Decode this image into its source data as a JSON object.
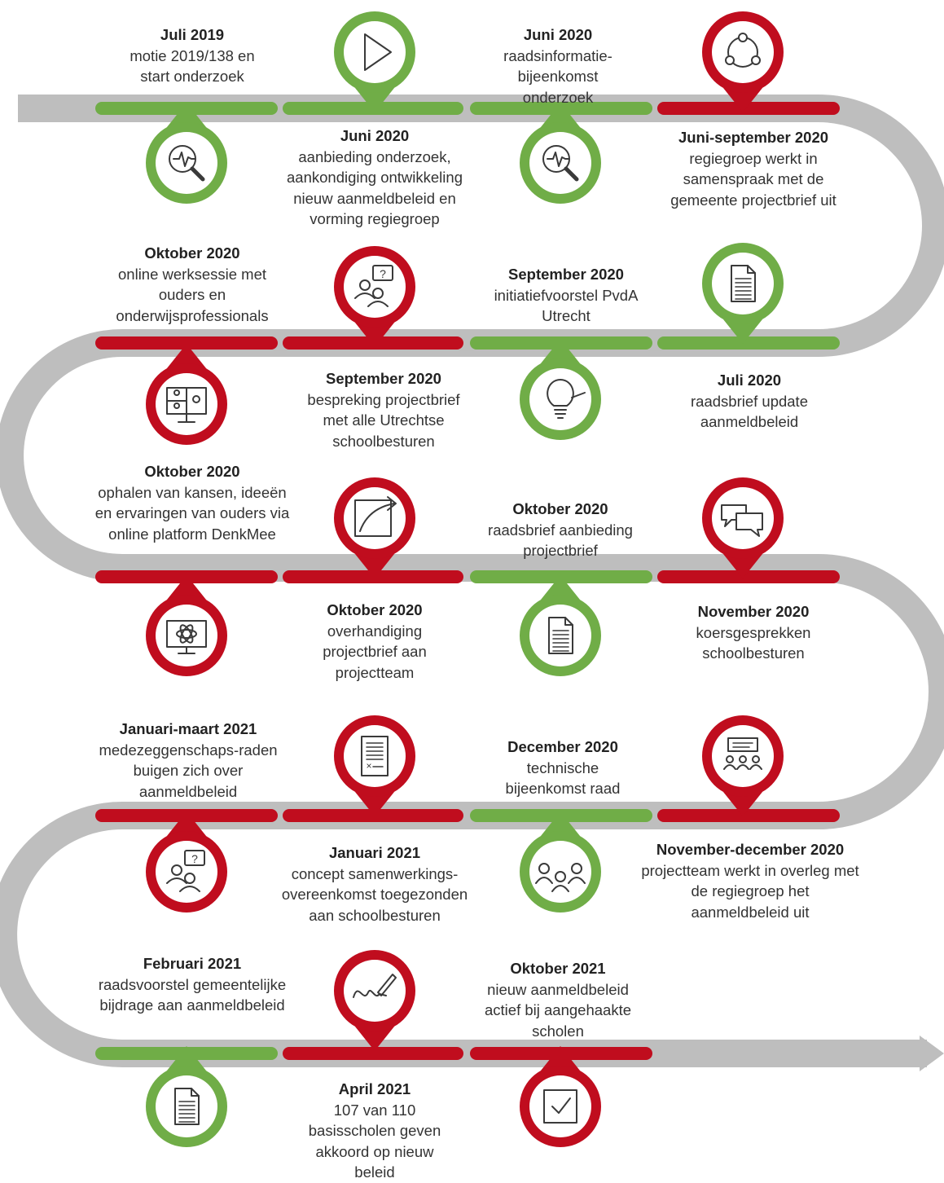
{
  "colors": {
    "road": "#bebebe",
    "green": "#70ad47",
    "red": "#c00d1e",
    "text": "#333333"
  },
  "events": [
    {
      "id": "e1",
      "title": "Juli 2019",
      "desc": "motie 2019/138 en start onderzoek",
      "color": "green",
      "icon": "search-chart-icon"
    },
    {
      "id": "e2",
      "title": "Juni 2020",
      "desc": "aanbieding onderzoek, aankondiging ontwikkeling nieuw aanmeldbeleid en vorming regiegroep",
      "color": "green",
      "icon": "play-icon"
    },
    {
      "id": "e3",
      "title": "Juni 2020",
      "desc": "raadsinformatie-bijeenkomst onderzoek",
      "color": "green",
      "icon": "search-chart-icon"
    },
    {
      "id": "e4",
      "title": "Juni-september 2020",
      "desc": "regiegroep werkt in samenspraak met de gemeente projectbrief uit",
      "color": "red",
      "icon": "cycle-icon"
    },
    {
      "id": "e5",
      "title": "Juli 2020",
      "desc": "raadsbrief update aanmeldbeleid",
      "color": "green",
      "icon": "document-icon"
    },
    {
      "id": "e6",
      "title": "September 2020",
      "desc": "initiatiefvoorstel PvdA Utrecht",
      "color": "green",
      "icon": "lightbulb-icon"
    },
    {
      "id": "e7",
      "title": "September 2020",
      "desc": "bespreking projectbrief met alle Utrechtse schoolbesturen",
      "color": "red",
      "icon": "people-question-icon"
    },
    {
      "id": "e8",
      "title": "Oktober 2020",
      "desc": "online werksessie met ouders en onderwijsprofessionals",
      "color": "red",
      "icon": "video-call-icon"
    },
    {
      "id": "e9",
      "title": "Oktober 2020",
      "desc": "ophalen van kansen, ideeën en ervaringen van ouders via online platform DenkMee",
      "color": "red",
      "icon": "monitor-atom-icon"
    },
    {
      "id": "e10",
      "title": "Oktober 2020",
      "desc": "overhandiging projectbrief aan projectteam",
      "color": "red",
      "icon": "growth-arrow-icon"
    },
    {
      "id": "e11",
      "title": "Oktober 2020",
      "desc": "raadsbrief aanbieding projectbrief",
      "color": "green",
      "icon": "document-icon"
    },
    {
      "id": "e12",
      "title": "November 2020",
      "desc": "koersgesprekken schoolbesturen",
      "color": "red",
      "icon": "chat-bubbles-icon"
    },
    {
      "id": "e13",
      "title": "November-december 2020",
      "desc": "projectteam werkt in overleg met de regiegroep het aanmeldbeleid uit",
      "color": "red",
      "icon": "presentation-group-icon"
    },
    {
      "id": "e14",
      "title": "December 2020",
      "desc": "technische bijeenkomst raad",
      "color": "green",
      "icon": "meeting-icon"
    },
    {
      "id": "e15",
      "title": "Januari 2021",
      "desc": "concept samenwerkings-overeenkomst toegezonden aan schoolbesturen",
      "color": "red",
      "icon": "contract-icon"
    },
    {
      "id": "e16",
      "title": "Januari-maart 2021",
      "desc": "medezeggenschaps-raden buigen zich over aanmeldbeleid",
      "color": "red",
      "icon": "people-question-icon"
    },
    {
      "id": "e17",
      "title": "Februari 2021",
      "desc": "raadsvoorstel gemeentelijke bijdrage aan aanmeldbeleid",
      "color": "green",
      "icon": "document-icon"
    },
    {
      "id": "e18",
      "title": "April 2021",
      "desc": "107 van 110 basisscholen geven akkoord op nieuw beleid",
      "color": "red",
      "icon": "signature-icon"
    },
    {
      "id": "e19",
      "title": "Oktober 2021",
      "desc": "nieuw aanmeldbeleid actief bij aangehaakte scholen",
      "color": "red",
      "icon": "checkbox-icon"
    }
  ]
}
